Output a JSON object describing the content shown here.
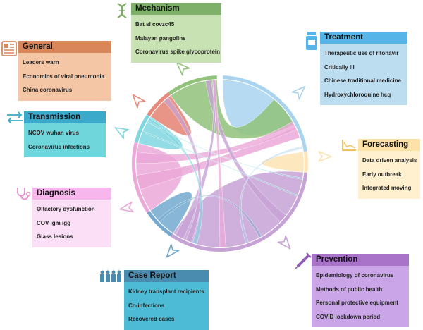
{
  "categories": [
    {
      "key": "mechanism",
      "title": "Mechanism",
      "icon": "dna-icon",
      "header_color": "#7fb069",
      "body_color": "#c9e2b3",
      "items": [
        "Bat sl covzc45",
        "Malayan pangolins",
        "Coronavirus spike glycoprotein"
      ]
    },
    {
      "key": "treatment",
      "title": "Treatment",
      "icon": "pill-bottle-icon",
      "header_color": "#56b4e9",
      "body_color": "#bcdcf0",
      "items": [
        "Therapeutic use of ritonavir",
        "Critically ill",
        "Chinese traditional medicine",
        "Hydroxychloroquine hcq"
      ]
    },
    {
      "key": "forecasting",
      "title": "Forecasting",
      "icon": "line-chart-icon",
      "header_color": "#fde2a8",
      "body_color": "#fff0d0",
      "items": [
        "Data driven analysis",
        "Early outbreak",
        "Integrated moving"
      ]
    },
    {
      "key": "prevention",
      "title": "Prevention",
      "icon": "syringe-icon",
      "header_color": "#a873c9",
      "body_color": "#caa6e8",
      "items": [
        "Epidemiology of coronavirus",
        "Methods of public health",
        "Personal protective equipment",
        "COVID lockdown period"
      ]
    },
    {
      "key": "case_report",
      "title": "Case Report",
      "icon": "people-icon",
      "header_color": "#4a8bb0",
      "body_color": "#4dbbd5",
      "items": [
        "Kidney transplant recipients",
        "Co-infections",
        "Recovered cases"
      ]
    },
    {
      "key": "diagnosis",
      "title": "Diagnosis",
      "icon": "stethoscope-icon",
      "header_color": "#f7b6ec",
      "body_color": "#fbdff6",
      "items": [
        "Olfactory dysfunction",
        "COV igm igg",
        "Glass lesions"
      ]
    },
    {
      "key": "transmission",
      "title": "Transmission",
      "icon": "transfer-arrows-icon",
      "header_color": "#3ba9c9",
      "body_color": "#6fd6dc",
      "items": [
        "NCOV wuhan virus",
        "Coronavirus infections"
      ]
    },
    {
      "key": "general",
      "title": "General",
      "icon": "newspaper-icon",
      "header_color": "#d9865a",
      "body_color": "#f4c6a5",
      "items": [
        "Leaders warn",
        "Economics of viral pneumonia",
        "China coronavirus"
      ]
    }
  ],
  "chord_colors": {
    "prevention": "#c7a2d6",
    "diagnosis": "#eba8d8",
    "case_report": "#73a9cf",
    "transmission": "#7fd6e0",
    "general": "#e6897a",
    "mechanism": "#91c27a",
    "treatment": "#a9d3ee",
    "forecasting": "#fde4b8"
  }
}
